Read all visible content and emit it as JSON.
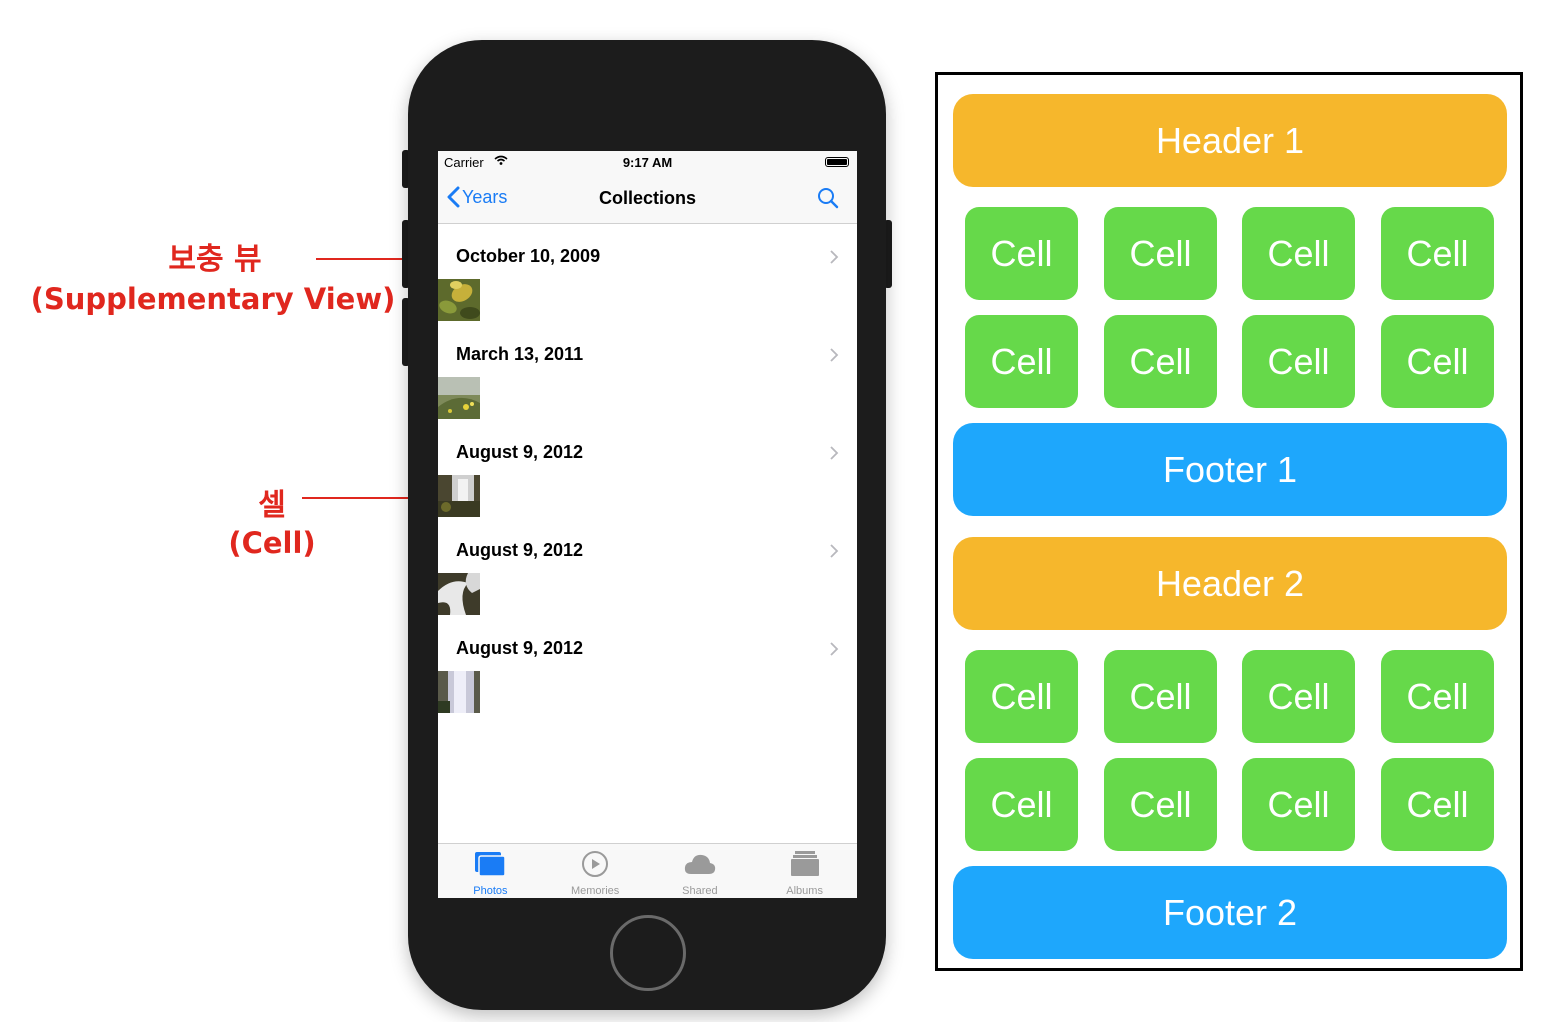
{
  "annotations": {
    "supplementary_ko": "보충 뷰",
    "supplementary_en": "(Supplementary View)",
    "cell_ko": "셀",
    "cell_en": "(Cell)"
  },
  "colors": {
    "annotation_red": "#e0271e",
    "ios_blue": "#1a7cf5",
    "header_orange": "#f6b72c",
    "footer_blue": "#1ea7fc",
    "cell_green": "#66d94a"
  },
  "status_bar": {
    "carrier": "Carrier",
    "time": "9:17 AM",
    "wifi_icon": "wifi-icon",
    "battery_icon": "battery-icon"
  },
  "nav_bar": {
    "back_label": "Years",
    "title": "Collections",
    "search_icon": "search-icon"
  },
  "sections": [
    {
      "title": "October 10, 2009",
      "thumb": "photo-leaves"
    },
    {
      "title": "March 13, 2011",
      "thumb": "photo-flowers"
    },
    {
      "title": "August 9, 2012",
      "thumb": "photo-waterfall"
    },
    {
      "title": "August 9, 2012",
      "thumb": "photo-stream"
    },
    {
      "title": "August 9, 2012",
      "thumb": "photo-falls"
    }
  ],
  "tab_bar": {
    "tabs": [
      {
        "label": "Photos",
        "icon": "photos-icon",
        "active": true
      },
      {
        "label": "Memories",
        "icon": "memories-icon",
        "active": false
      },
      {
        "label": "Shared",
        "icon": "cloud-icon",
        "active": false
      },
      {
        "label": "Albums",
        "icon": "albums-icon",
        "active": false
      }
    ]
  },
  "diagram": {
    "header1": "Header 1",
    "footer1": "Footer 1",
    "header2": "Header 2",
    "footer2": "Footer 2",
    "cell_label": "Cell"
  }
}
